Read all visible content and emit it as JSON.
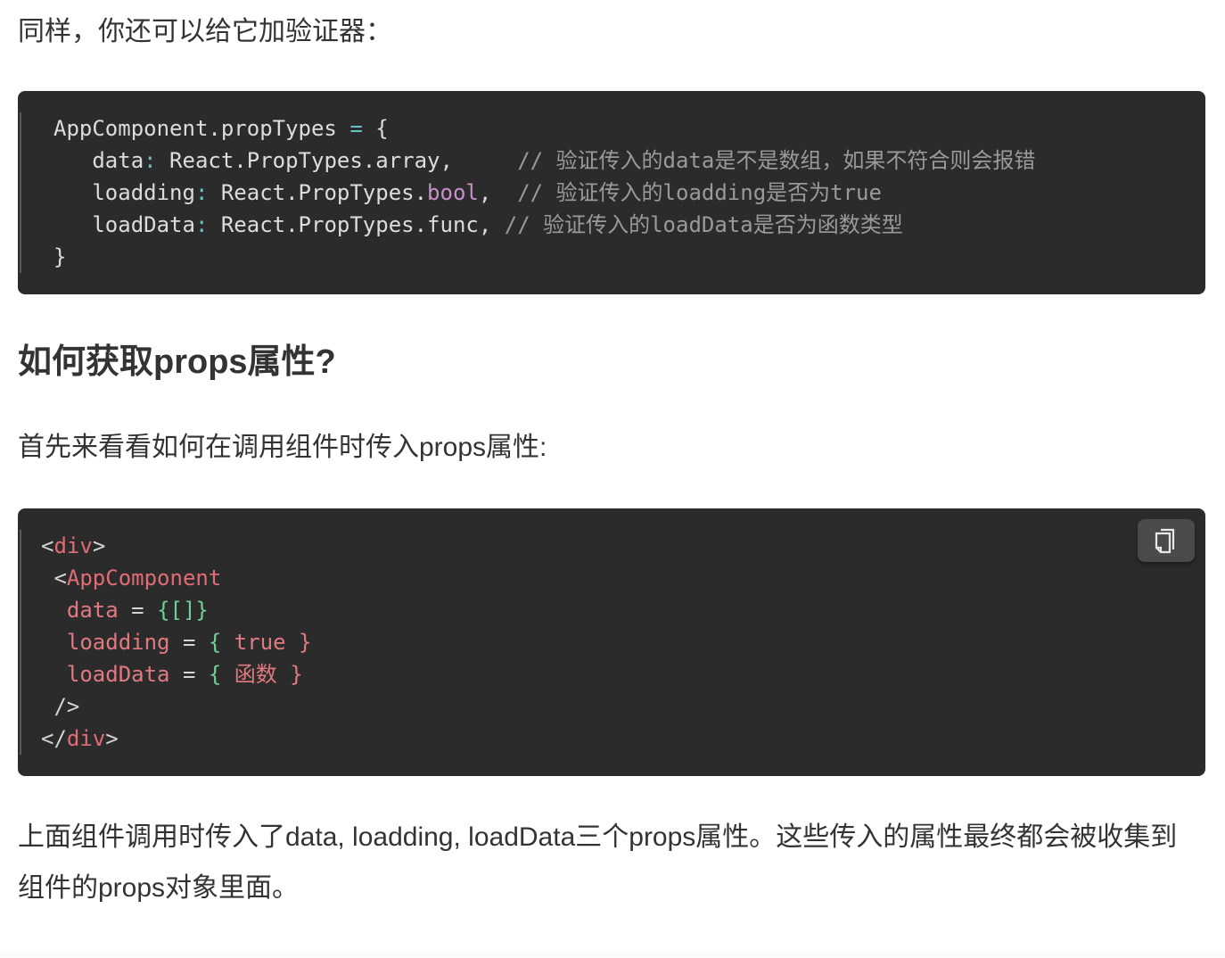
{
  "article": {
    "intro": "同样，你还可以给它加验证器：",
    "code_block_1": {
      "lines": [
        [
          {
            "t": "AppComponent.propTypes ",
            "c": "plain"
          },
          {
            "t": "=",
            "c": "op"
          },
          {
            "t": " {",
            "c": "plain"
          }
        ],
        [
          {
            "t": "   data",
            "c": "plain"
          },
          {
            "t": ":",
            "c": "op"
          },
          {
            "t": " React.PropTypes.array,     ",
            "c": "plain"
          },
          {
            "t": "// 验证传入的data是不是数组，如果不符合则会报错",
            "c": "comment"
          }
        ],
        [
          {
            "t": "   loadding",
            "c": "plain"
          },
          {
            "t": ":",
            "c": "op"
          },
          {
            "t": " React.PropTypes.",
            "c": "plain"
          },
          {
            "t": "bool",
            "c": "kw"
          },
          {
            "t": ",  ",
            "c": "plain"
          },
          {
            "t": "// 验证传入的loadding是否为true",
            "c": "comment"
          }
        ],
        [
          {
            "t": "   loadData",
            "c": "plain"
          },
          {
            "t": ":",
            "c": "op"
          },
          {
            "t": " React.PropTypes.func, ",
            "c": "plain"
          },
          {
            "t": "// 验证传入的loadData是否为函数类型",
            "c": "comment"
          }
        ],
        [
          {
            "t": "}",
            "c": "plain"
          }
        ]
      ]
    },
    "heading": "如何获取props属性?",
    "props_intro": "首先来看看如何在调用组件时传入props属性:",
    "code_block_2": {
      "copy_button_icon": "copy-icon",
      "lines": [
        [
          {
            "t": "<",
            "c": "punct"
          },
          {
            "t": "div",
            "c": "tag"
          },
          {
            "t": ">",
            "c": "punct"
          }
        ],
        [
          {
            "t": " <",
            "c": "punct"
          },
          {
            "t": "AppComponent",
            "c": "tag"
          }
        ],
        [
          {
            "t": "  data",
            "c": "attr"
          },
          {
            "t": " = ",
            "c": "punct"
          },
          {
            "t": "{[]}",
            "c": "brace-green"
          }
        ],
        [
          {
            "t": "  loadding",
            "c": "attr"
          },
          {
            "t": " = ",
            "c": "punct"
          },
          {
            "t": "{",
            "c": "brace-green"
          },
          {
            "t": " true }",
            "c": "val"
          }
        ],
        [
          {
            "t": "  loadData",
            "c": "attr"
          },
          {
            "t": " = ",
            "c": "punct"
          },
          {
            "t": "{",
            "c": "brace-green"
          },
          {
            "t": " 函数 }",
            "c": "val"
          }
        ],
        [
          {
            "t": " />",
            "c": "punct"
          }
        ],
        [
          {
            "t": "</",
            "c": "punct"
          },
          {
            "t": "div",
            "c": "tag"
          },
          {
            "t": ">",
            "c": "punct"
          }
        ]
      ]
    },
    "final_paragraph": "上面组件调用时传入了data, loadding, loadData三个props属性。这些传入的属性最终都会被收集到组件的props对象里面。"
  },
  "colors": {
    "text": "#333333",
    "code_bg": "#2b2b2b",
    "code_plain": "#dcdcdc",
    "code_operator": "#5fc4c4",
    "code_keyword": "#c98fc9",
    "code_comment": "#9a9a9a",
    "code_tag": "#e06c75",
    "code_brace": "#6fcf97",
    "copy_button_bg": "#4a4a4a"
  }
}
